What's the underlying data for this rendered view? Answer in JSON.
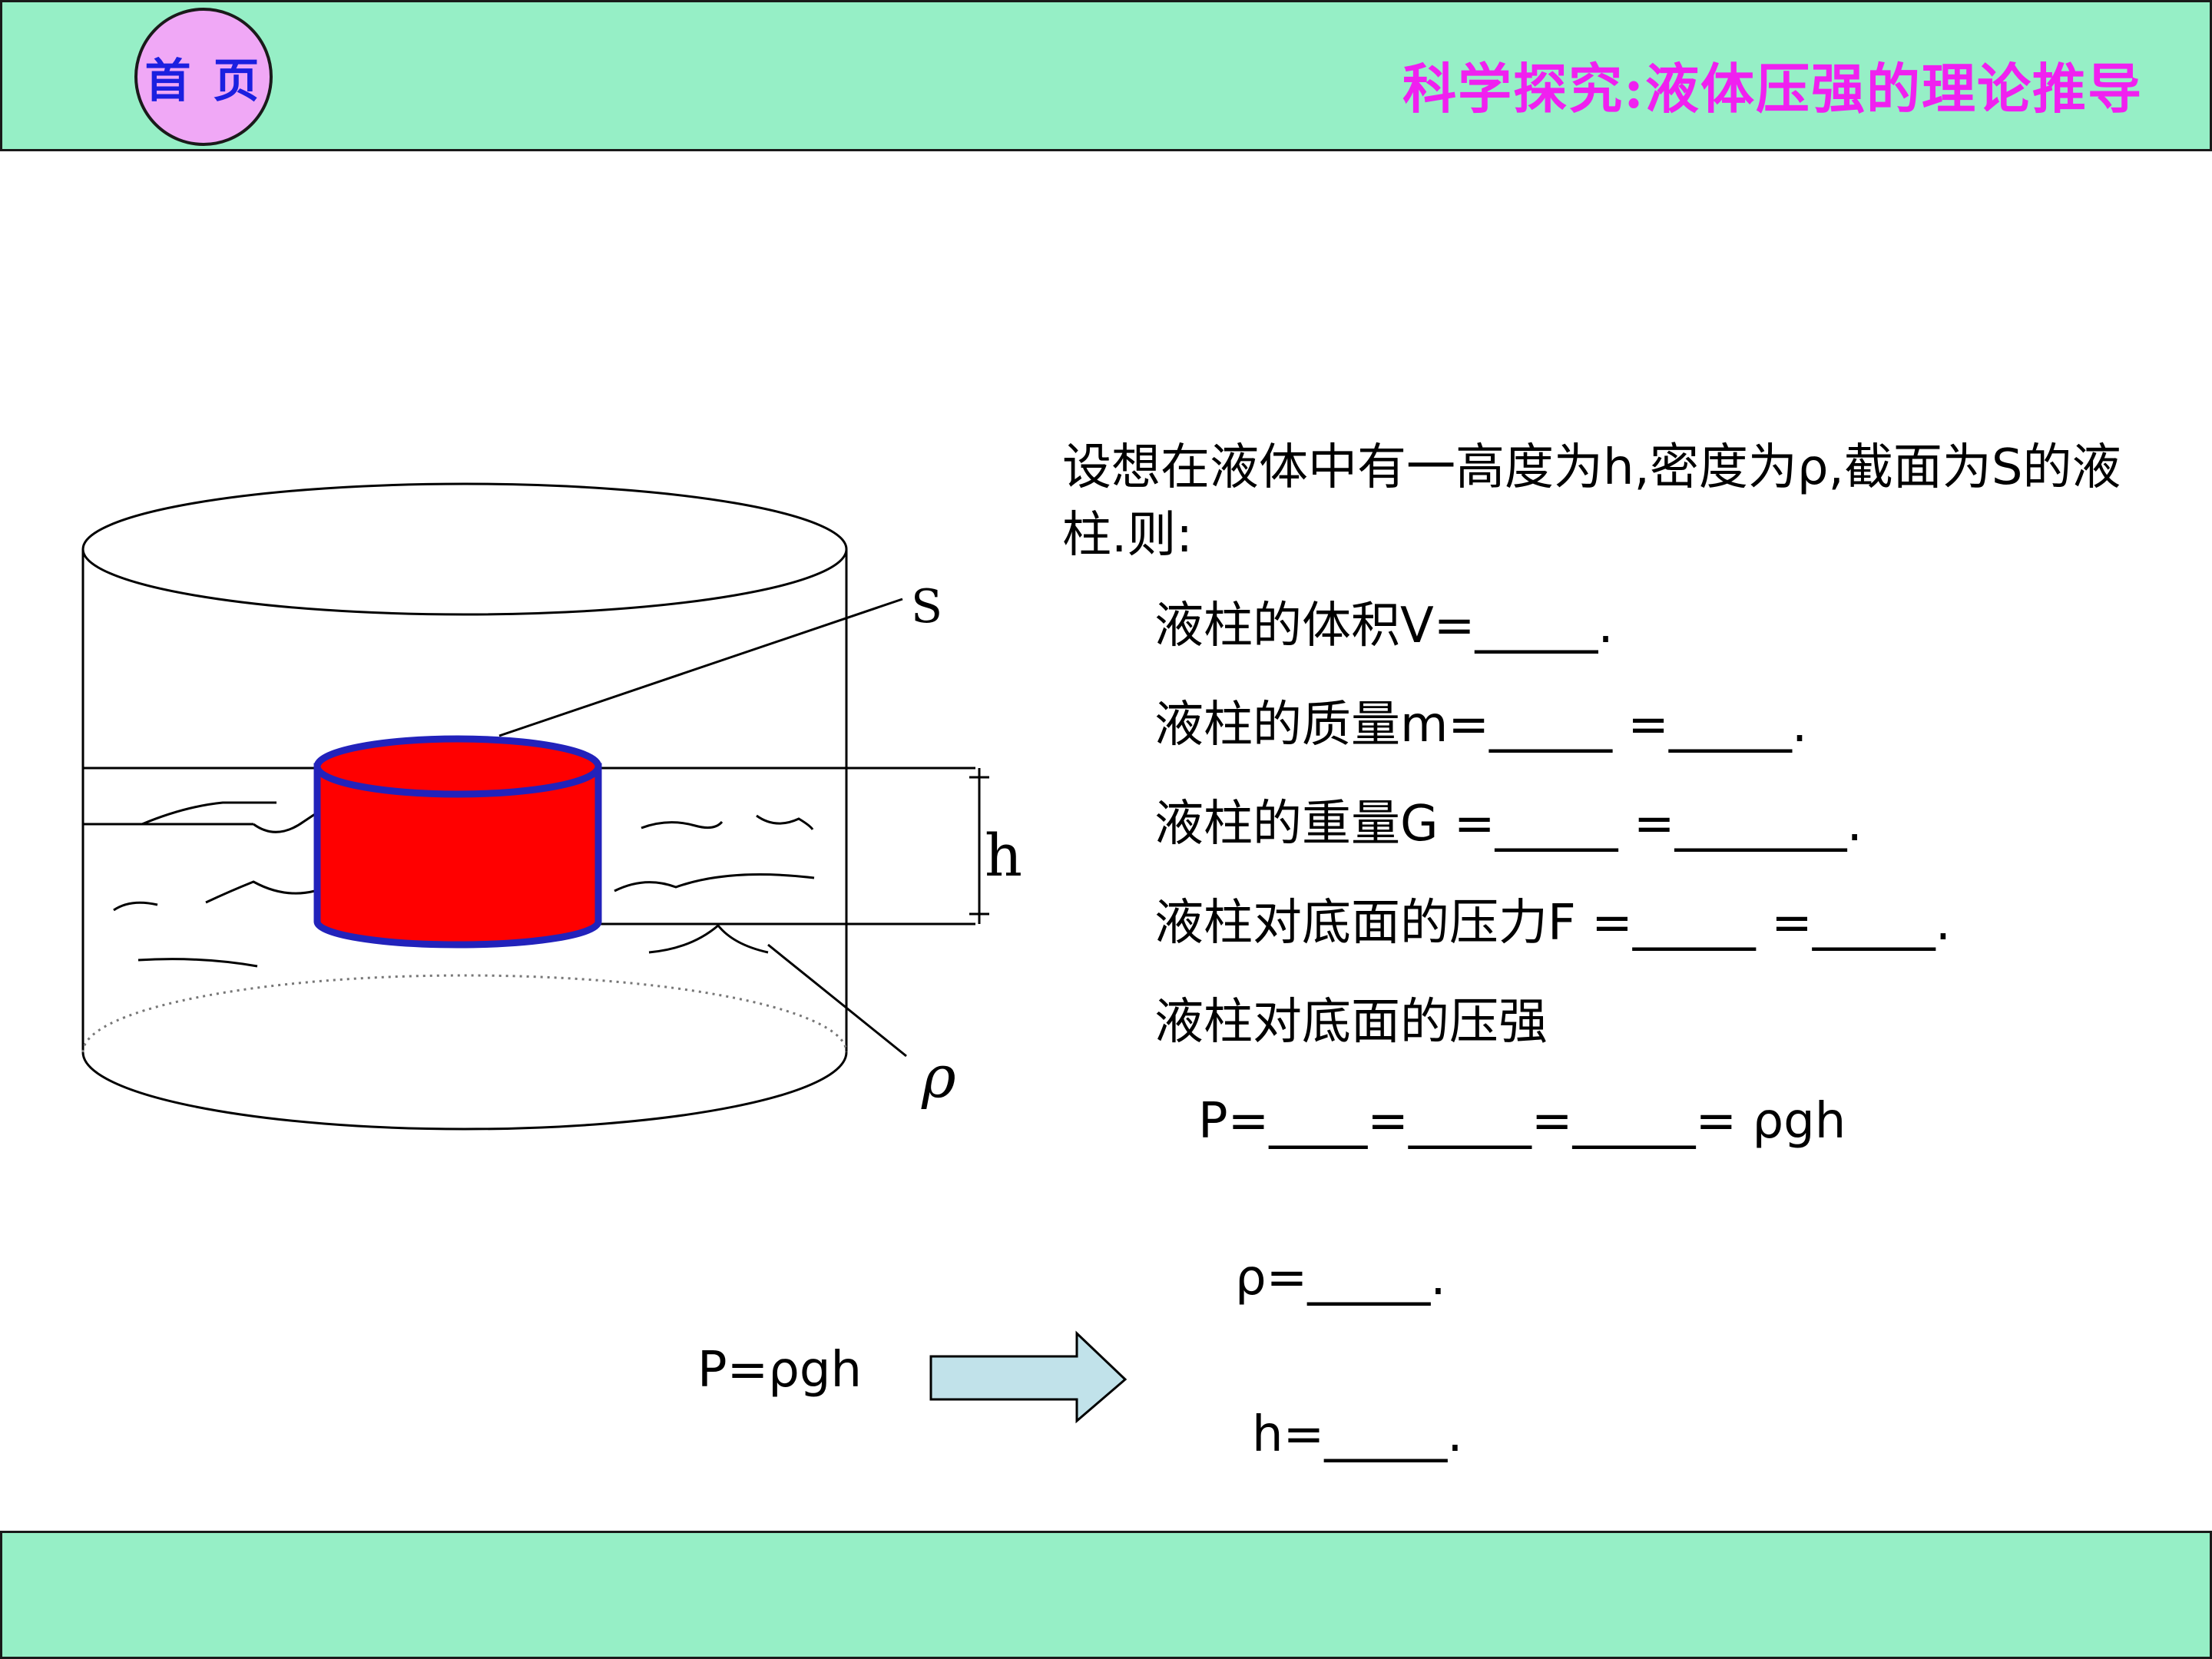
{
  "header": {
    "home_label": "首 页",
    "title": "科学探究:液体压强的理论推导"
  },
  "diagram": {
    "label_s": "S",
    "label_h": "h",
    "label_rho": "ρ"
  },
  "content": {
    "intro": "设想在液体中有一高度为h,密度为ρ,截面为S的液柱.则:",
    "lines": [
      "液柱的体积V=_____.",
      "液柱的质量m=_____ =_____.",
      "液柱的重量G =_____ =_______.",
      "液柱对底面的压力F =_____ =_____.",
      "液柱对底面的压强"
    ],
    "pressure_eq": "P=____=_____=_____= ρgh",
    "formula": "P=ρgh",
    "rho_eq": "ρ=_____.",
    "h_eq": "h=_____."
  },
  "colors": {
    "band": "#96efc6",
    "home_fill": "#f0a8f6",
    "home_text": "#1b1fe0",
    "title_text": "#f020f0",
    "column_fill": "#ff0000",
    "column_border": "#2222bb",
    "arrow_fill": "#c1e2ea"
  }
}
